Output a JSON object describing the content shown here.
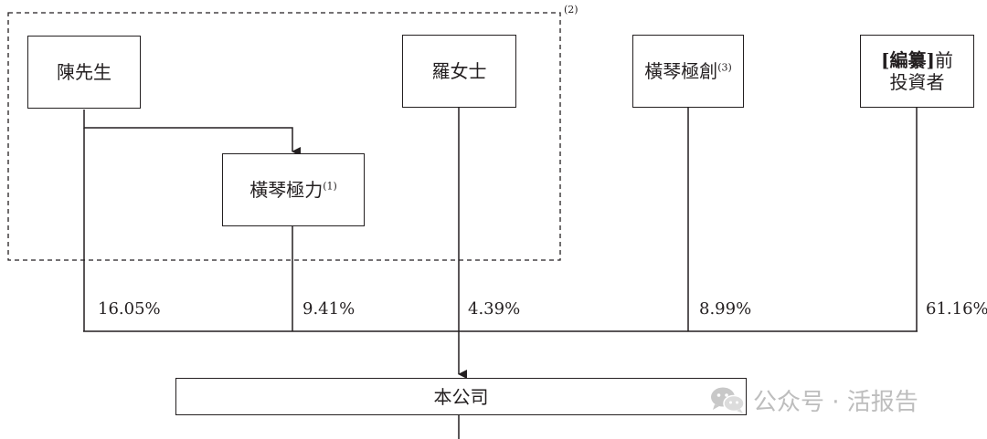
{
  "nodes": {
    "chen": "陳先生",
    "luo": "羅女士",
    "hengqin_lili": "橫琴極力",
    "hengqin_lili_note": "(1)",
    "hengqin_jichuang": "橫琴極創",
    "hengqin_jichuang_note": "(3)",
    "investors_line1_bracket": "[編纂]",
    "investors_line1_rest": "前",
    "investors_line2": "投資者",
    "company": "本公司"
  },
  "group_note": "(2)",
  "percentages": {
    "chen": "16.05%",
    "hengqin_lili": "9.41%",
    "luo": "4.39%",
    "hengqin_jichuang": "8.99%",
    "investors": "61.16%"
  },
  "watermark": {
    "icon": "wechat-icon",
    "text": "公众号 · 活报告"
  }
}
